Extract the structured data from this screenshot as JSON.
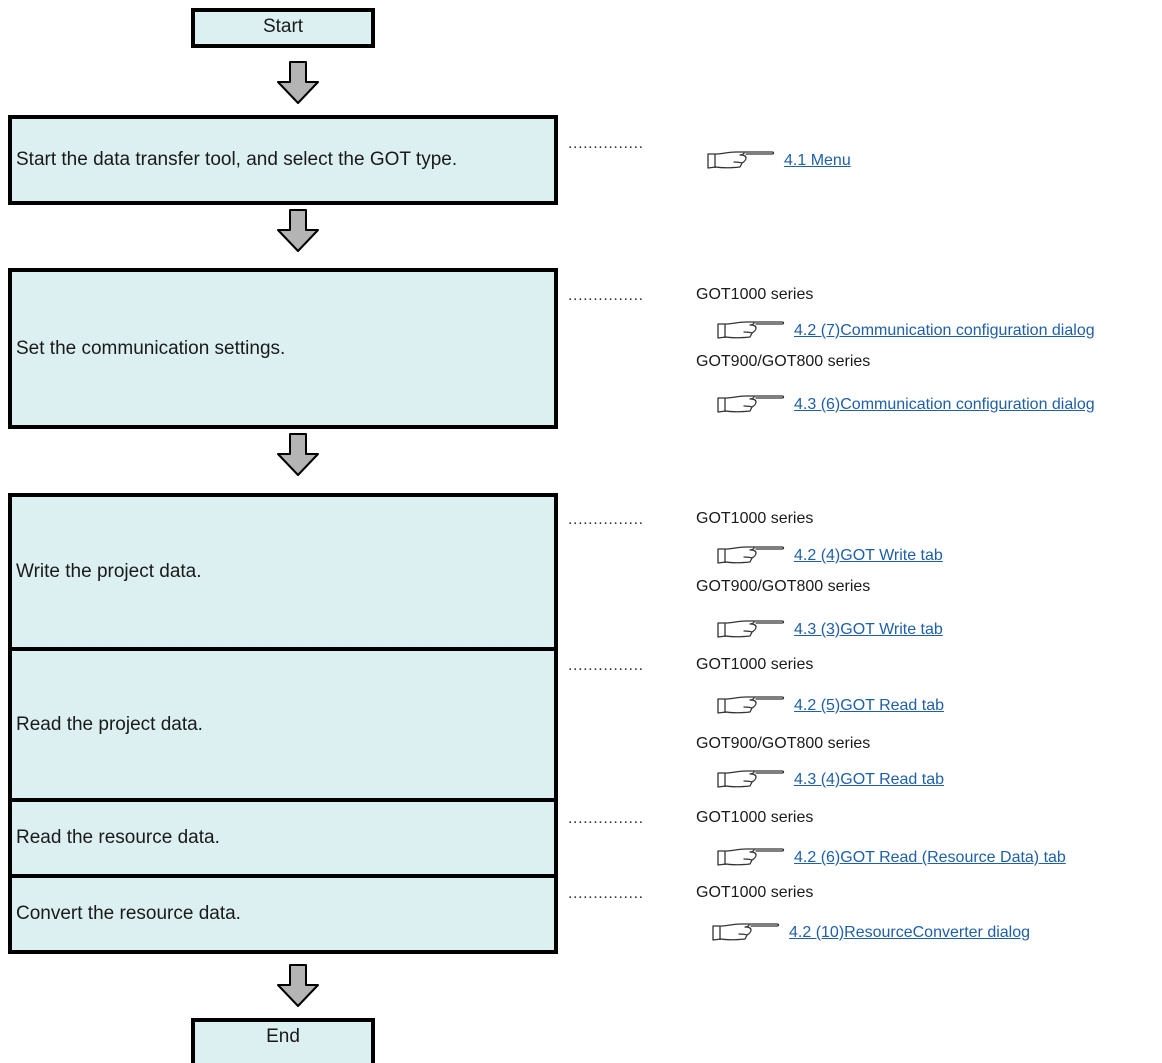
{
  "nodes": {
    "start": "Start",
    "end": "End",
    "step_tool": "Start the data transfer tool, and select the GOT type.",
    "step_comm": "Set the communication settings.",
    "step_write": "Write the project data.",
    "step_read": "Read the project data.",
    "step_res_read": "Read the resource data.",
    "step_res_conv": "Convert the resource data."
  },
  "leader": "...............",
  "series": {
    "got1000": "GOT1000 series",
    "got900": "GOT900/GOT800 series"
  },
  "refs": {
    "menu": "4.1 Menu",
    "comm_1000": "4.2 (7)Communication configuration dialog",
    "comm_900": "4.3 (6)Communication configuration dialog",
    "write_1000": "4.2 (4)GOT Write tab",
    "write_900": "4.3 (3)GOT Write tab",
    "read_1000": "4.2 (5)GOT Read tab",
    "read_900": "4.3 (4)GOT Read tab",
    "res_read": "4.2 (6)GOT Read (Resource Data) tab",
    "res_conv": "4.2 (10)ResourceConverter dialog"
  },
  "icons": {
    "flow_arrow": "down-arrow-icon",
    "reference": "pointing-hand-icon"
  },
  "colors": {
    "box_fill": "#dcf0f2",
    "arrow_fill": "#b4b4b4",
    "link": "#1f5fa8"
  }
}
